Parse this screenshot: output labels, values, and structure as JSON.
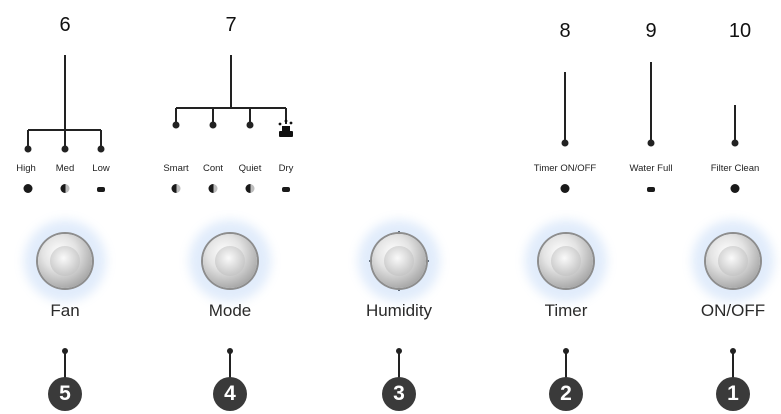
{
  "callouts": {
    "c6": "6",
    "c7": "7",
    "c8": "8",
    "c9": "9",
    "c10": "10"
  },
  "indicators": {
    "fan": [
      "High",
      "Med",
      "Low"
    ],
    "mode": [
      "Smart",
      "Cont",
      "Quiet",
      "Dry"
    ],
    "timer": "Timer  ON/OFF",
    "water": "Water  Full",
    "filter": "Filter Clean"
  },
  "controls": {
    "fan": "Fan",
    "mode": "Mode",
    "humidity": "Humidity",
    "timer": "Timer",
    "power": "ON/OFF"
  },
  "badges": {
    "b5": "5",
    "b4": "4",
    "b3": "3",
    "b2": "2",
    "b1": "1"
  },
  "icons": {
    "dry": "drip-tray-icon"
  },
  "colors": {
    "glow": "#78aaeb",
    "badge": "#3a3a3a",
    "line": "#222222"
  }
}
